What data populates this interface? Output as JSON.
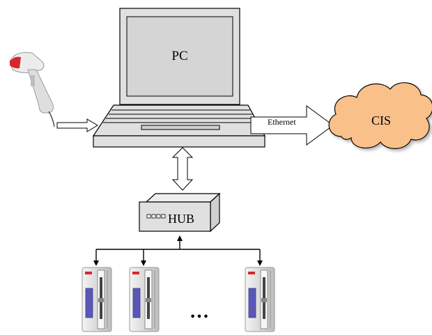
{
  "diagram": {
    "pc_label": "PC",
    "ethernet_label": "Ethernet",
    "cis_label": "CIS",
    "hub_label": "HUB",
    "ellipsis": "…"
  },
  "icons": {
    "scanner": "barcode-scanner-icon",
    "pump": "infusion-pump-icon"
  },
  "colors": {
    "cloud_fill": "#F9C089",
    "device_fill": "#E0E0E0",
    "screen_fill": "#D5D5D5",
    "pump_accent": "#5B57B8"
  }
}
